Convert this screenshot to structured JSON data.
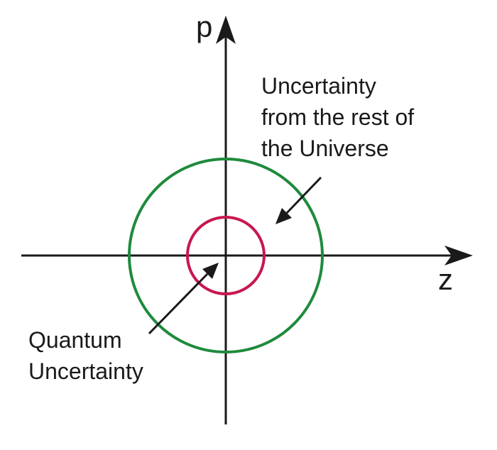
{
  "axes": {
    "horizontal_label": "z",
    "vertical_label": "p"
  },
  "outer_circle": {
    "label_lines": [
      "Uncertainty",
      "from the rest of",
      "the Universe"
    ],
    "color": "#1f8a3c"
  },
  "inner_circle": {
    "label_lines": [
      "Quantum",
      "Uncertainty"
    ],
    "color": "#c8174e"
  }
}
